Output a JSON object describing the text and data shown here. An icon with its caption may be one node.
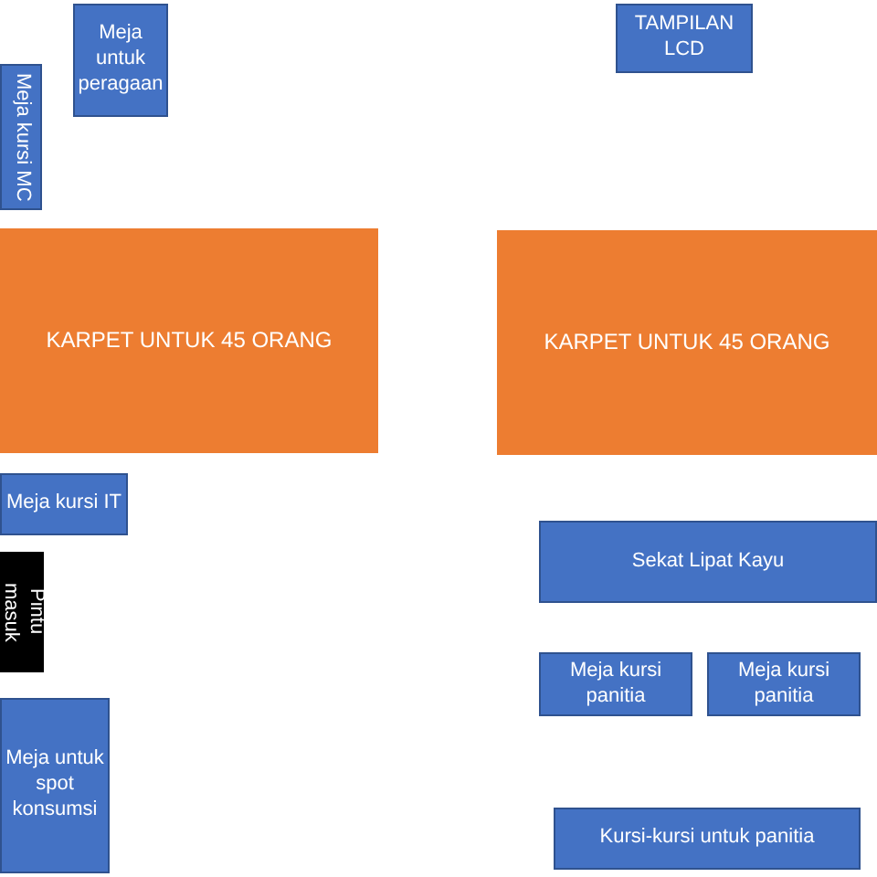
{
  "diagram": {
    "nodes": [
      {
        "text": [
          "Meja untuk peragaan"
        ]
      },
      {
        "text": [
          "TAMPILAN LCD"
        ]
      },
      {
        "text": [
          "Meja kursi MC"
        ]
      },
      {
        "text": [
          "KARPET UNTUK 45 ORANG"
        ]
      },
      {
        "text": [
          "KARPET UNTUK 45 ORANG"
        ]
      },
      {
        "text": [
          "Meja kursi IT"
        ]
      },
      {
        "text": [
          "Sekat Lipat Kayu"
        ]
      },
      {
        "text": [
          "Pintu masuk"
        ]
      },
      {
        "text": [
          "Meja kursi panitia"
        ]
      },
      {
        "text": [
          "Meja kursi panitia"
        ]
      },
      {
        "text": [
          "Meja untuk spot konsumsi"
        ]
      },
      {
        "text": [
          "Kursi-kursi untuk panitia"
        ]
      }
    ]
  }
}
